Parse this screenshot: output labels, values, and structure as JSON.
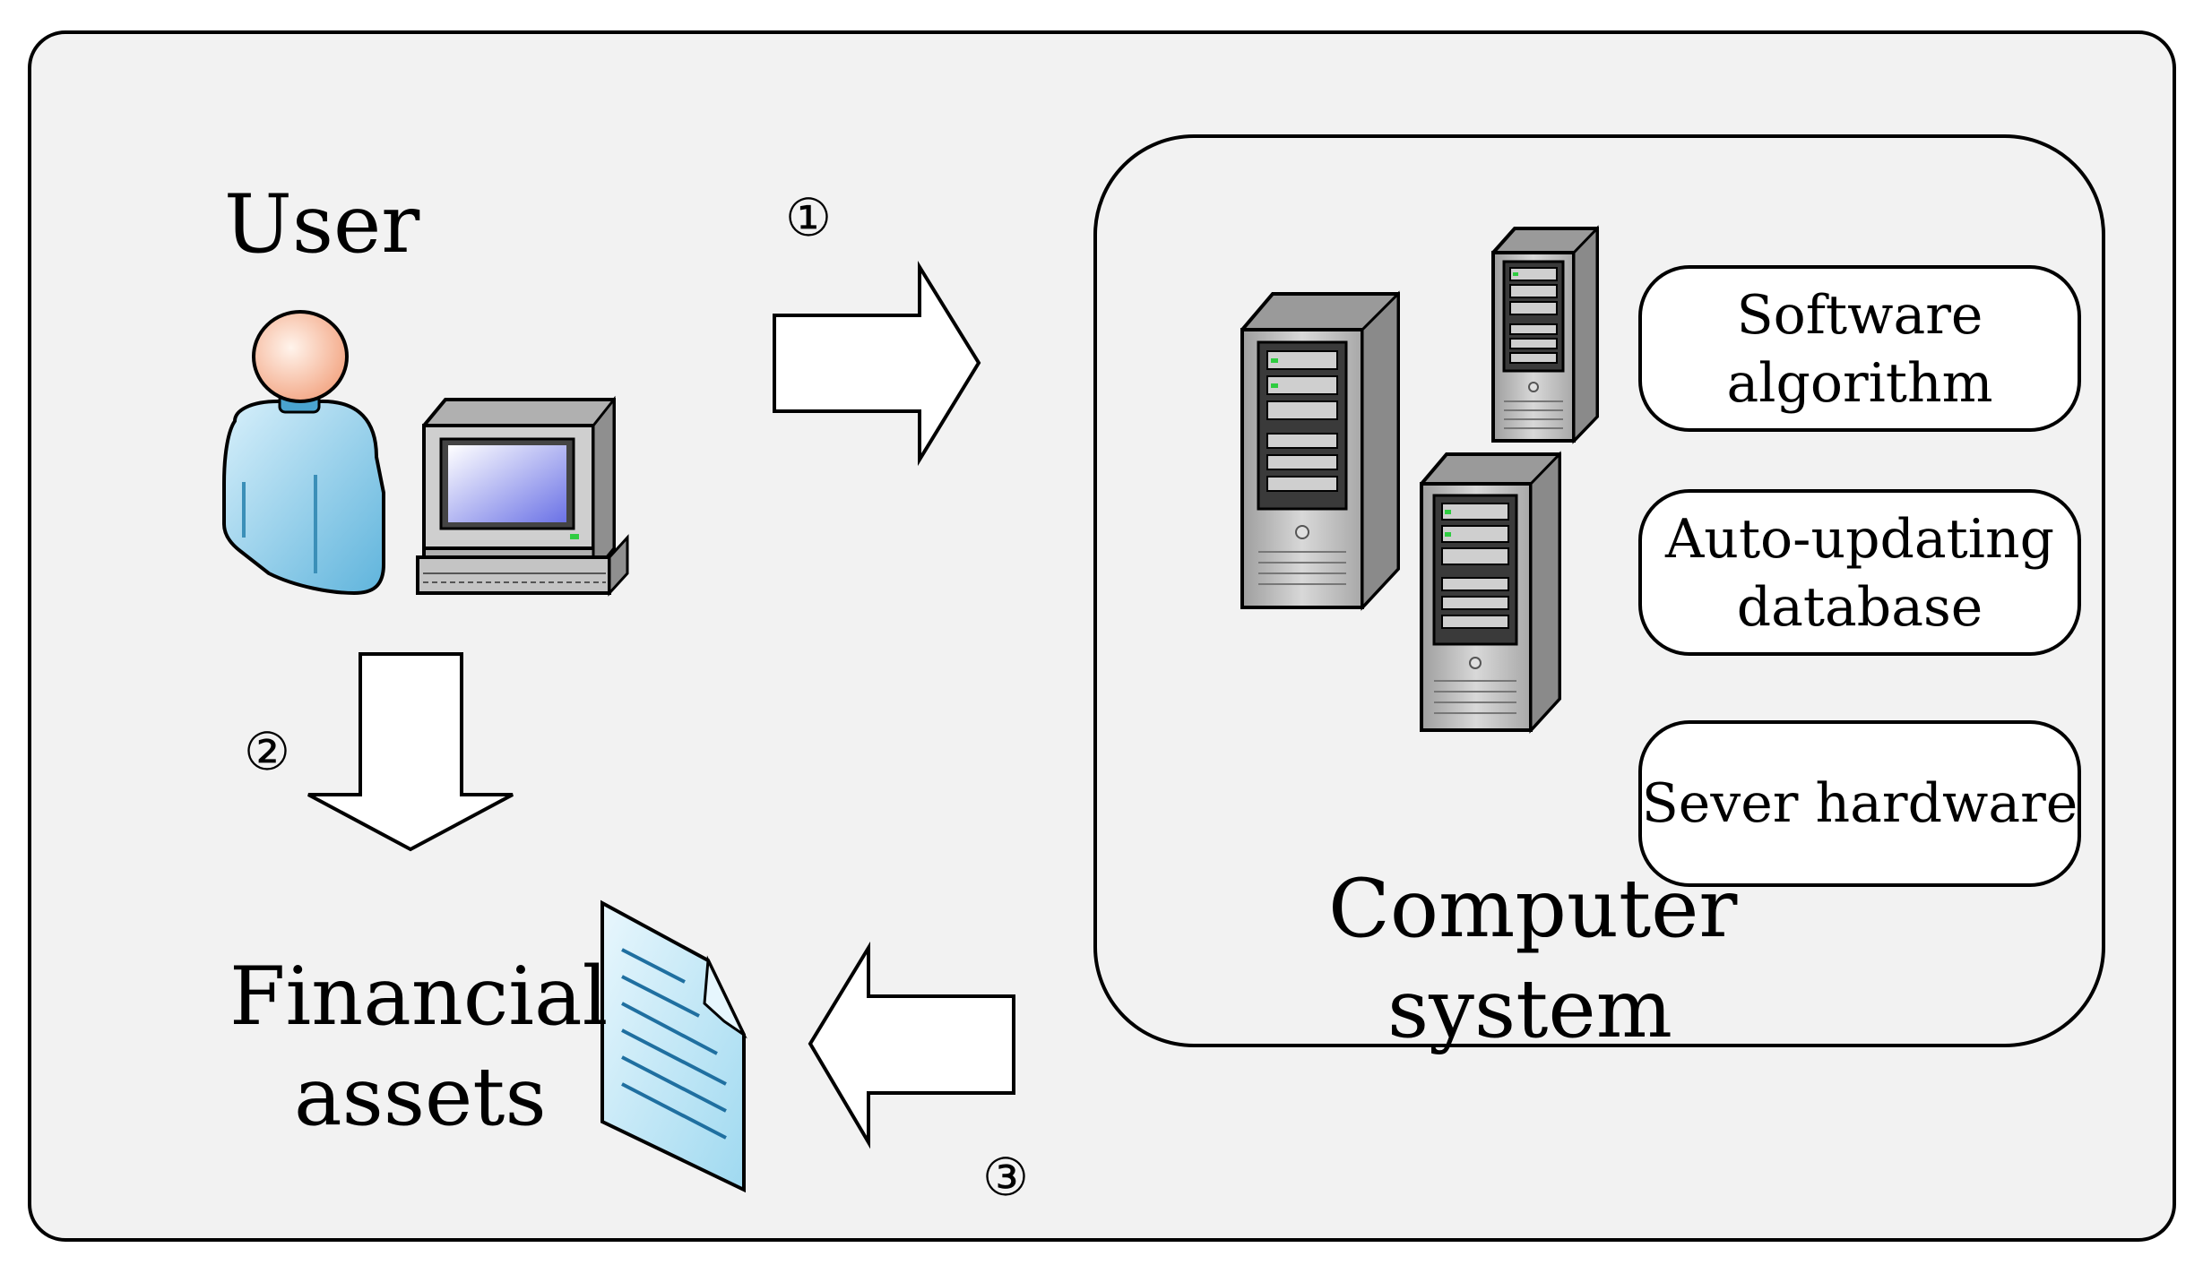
{
  "user": {
    "label": "User"
  },
  "assets": {
    "label_line1": "Financial",
    "label_line2": "assets"
  },
  "system": {
    "label_line1": "Computer",
    "label_line2": "system",
    "components": [
      {
        "line1": "Software",
        "line2": "algorithm"
      },
      {
        "line1": "Auto-updating",
        "line2": "database"
      },
      {
        "line1": "Sever hardware",
        "line2": ""
      }
    ]
  },
  "steps": {
    "step1": "①",
    "step2": "②",
    "step3": "③"
  },
  "colors": {
    "panel_bg": "#f2f2f2",
    "person_body": "#8ccbe6",
    "person_head": "#f6b99a",
    "screen": "#7f86e8",
    "document": "#bfe6f5",
    "server": "#bdbdbd"
  }
}
